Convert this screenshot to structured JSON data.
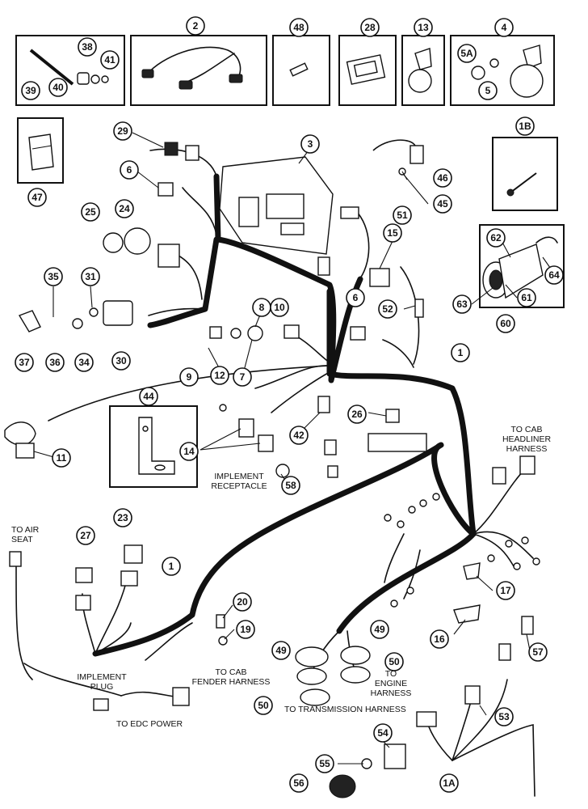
{
  "callouts": {
    "c2": "2",
    "c48": "48",
    "c28": "28",
    "c13": "13",
    "c4": "4",
    "c38": "38",
    "c41": "41",
    "c39": "39",
    "c40": "40",
    "c5A": "5A",
    "c5": "5",
    "c47": "47",
    "c29": "29",
    "c3": "3",
    "c1B": "1B",
    "c6a": "6",
    "c46": "46",
    "c45": "45",
    "c25": "25",
    "c24": "24",
    "c51": "51",
    "c15": "15",
    "c62": "62",
    "c64": "64",
    "c35": "35",
    "c31": "31",
    "c6b": "6",
    "c52": "52",
    "c63": "63",
    "c61": "61",
    "c60": "60",
    "c8": "8",
    "c10": "10",
    "c37": "37",
    "c36": "36",
    "c34": "34",
    "c30": "30",
    "c1a": "1",
    "c9": "9",
    "c7": "7",
    "c12": "12",
    "c44": "44",
    "c26": "26",
    "c42": "42",
    "c11": "11",
    "c14": "14",
    "c58": "58",
    "c23": "23",
    "c27": "27",
    "c1b": "1",
    "c17": "17",
    "c20": "20",
    "c19": "19",
    "c49a": "49",
    "c49b": "49",
    "c16": "16",
    "c57": "57",
    "c50a": "50",
    "c50b": "50",
    "c53": "53",
    "c54": "54",
    "c55": "55",
    "c56": "56",
    "c1A": "1A"
  },
  "labels": {
    "cab_headliner_1": "TO CAB",
    "cab_headliner_2": "HEADLINER",
    "cab_headliner_3": "HARNESS",
    "implement_receptacle_1": "IMPLEMENT",
    "implement_receptacle_2": "RECEPTACLE",
    "air_seat_1": "TO AIR",
    "air_seat_2": "SEAT",
    "implement_plug_1": "IMPLEMENT",
    "implement_plug_2": "PLUG",
    "cab_fender_1": "TO CAB",
    "cab_fender_2": "FENDER HARNESS",
    "engine_1": "TO",
    "engine_2": "ENGINE",
    "engine_3": "HARNESS",
    "transmission": "TO TRANSMISSION HARNESS",
    "edc_power": "TO EDC POWER"
  }
}
